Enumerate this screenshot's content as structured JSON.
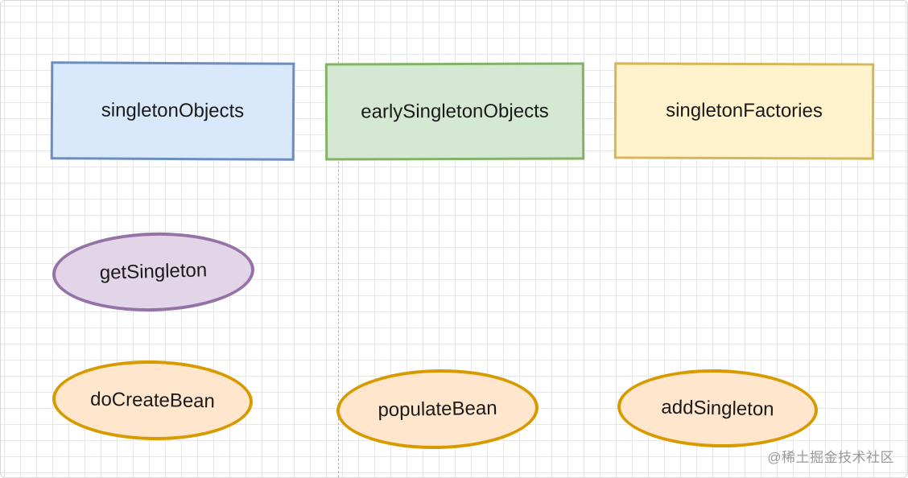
{
  "colors": {
    "blue_fill": "#dae8fc",
    "blue_stroke": "#6c8ebf",
    "green_fill": "#d5e8d4",
    "green_stroke": "#82b366",
    "yellow_fill": "#fff2cc",
    "yellow_stroke": "#d6b656",
    "purple_fill": "#e1d5e7",
    "purple_stroke": "#9673a6",
    "orange_fill": "#ffe6cc",
    "orange_stroke": "#d79b00"
  },
  "caches": [
    {
      "label": "singletonObjects"
    },
    {
      "label": "earlySingletonObjects"
    },
    {
      "label": "singletonFactories"
    }
  ],
  "methods": [
    {
      "label": "getSingleton"
    },
    {
      "label": "doCreateBean"
    },
    {
      "label": "populateBean"
    },
    {
      "label": "addSingleton"
    }
  ],
  "watermark": "@稀土掘金技术社区"
}
